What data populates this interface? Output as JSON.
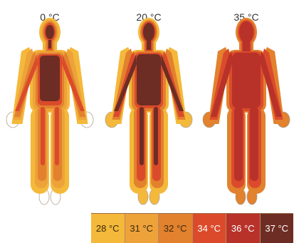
{
  "figures": [
    {
      "title": "0 °C",
      "zones": [
        "c28",
        "c31",
        "c32",
        "c34",
        "c37"
      ],
      "hands": "white",
      "feet": "white"
    },
    {
      "title": "20 °C",
      "zones": [
        "c28",
        "c32",
        "c34",
        "c37"
      ],
      "hands": "c28",
      "feet": "c28"
    },
    {
      "title": "35 °C",
      "zones": [
        "c32",
        "c34",
        "c36"
      ],
      "hands": "c32",
      "feet": "c32"
    }
  ],
  "legend": [
    {
      "label": "28 °C",
      "color": "#f4b93a",
      "text_color": "#3a2a10"
    },
    {
      "label": "31 °C",
      "color": "#eda23a",
      "text_color": "#3a2a10"
    },
    {
      "label": "32 °C",
      "color": "#e2812e",
      "text_color": "#3a2a10"
    },
    {
      "label": "34 °C",
      "color": "#db4b2b",
      "text_color": "#ffffff"
    },
    {
      "label": "36 °C",
      "color": "#b8322a",
      "text_color": "#ffffff"
    },
    {
      "label": "37 °C",
      "color": "#6e2d24",
      "text_color": "#ffffff"
    }
  ],
  "colors": {
    "white": "#ffffff",
    "c28": "#f4b93a",
    "c31": "#eda23a",
    "c32": "#e2812e",
    "c34": "#db4b2b",
    "c36": "#b8322a",
    "c37": "#6e2d24"
  }
}
